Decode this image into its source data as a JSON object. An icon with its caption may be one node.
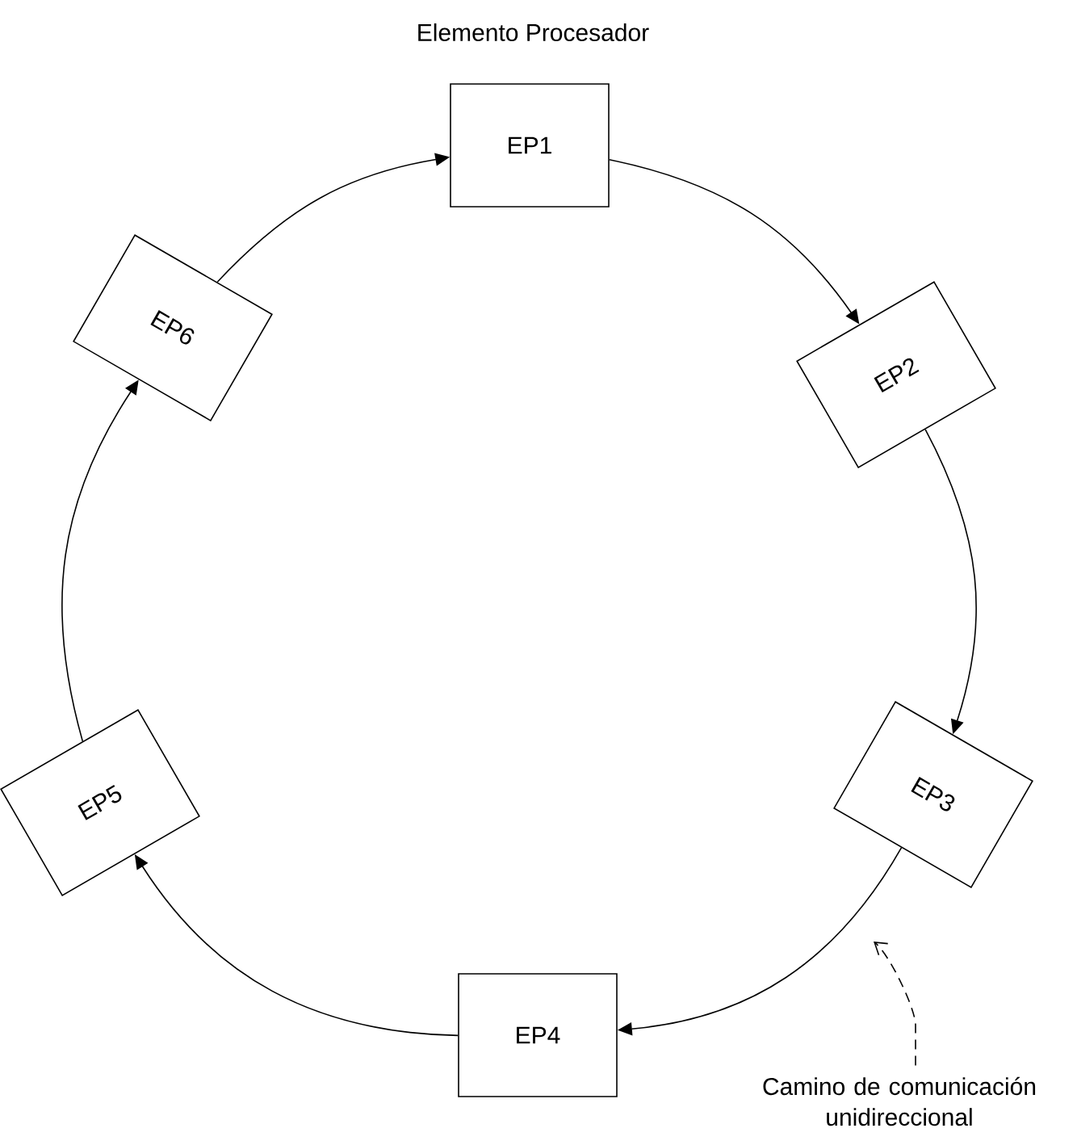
{
  "diagram": {
    "nodes": [
      {
        "text": [
          "EP1"
        ]
      },
      {
        "text": [
          "EP2"
        ]
      },
      {
        "text": [
          "EP3"
        ]
      },
      {
        "text": [
          "EP4"
        ]
      },
      {
        "text": [
          "EP5"
        ]
      },
      {
        "text": [
          "EP6"
        ]
      },
      {
        "text": [
          "Camino de comunicación unidireccional"
        ]
      }
    ],
    "edges": [
      {
        "from": 0,
        "to": 1,
        "arrow": "to"
      },
      {
        "from": 1,
        "to": 2,
        "arrow": "to"
      },
      {
        "from": 2,
        "to": 3,
        "arrow": "to"
      },
      {
        "from": 3,
        "to": 4,
        "arrow": "to"
      },
      {
        "from": 4,
        "to": 5,
        "arrow": "to"
      },
      {
        "from": 5,
        "to": 0,
        "arrow": "to"
      },
      {
        "from": 6,
        "to": null,
        "arrow": "to",
        "style": "dashed"
      }
    ],
    "labels": [
      "Elemento Procesador"
    ]
  }
}
